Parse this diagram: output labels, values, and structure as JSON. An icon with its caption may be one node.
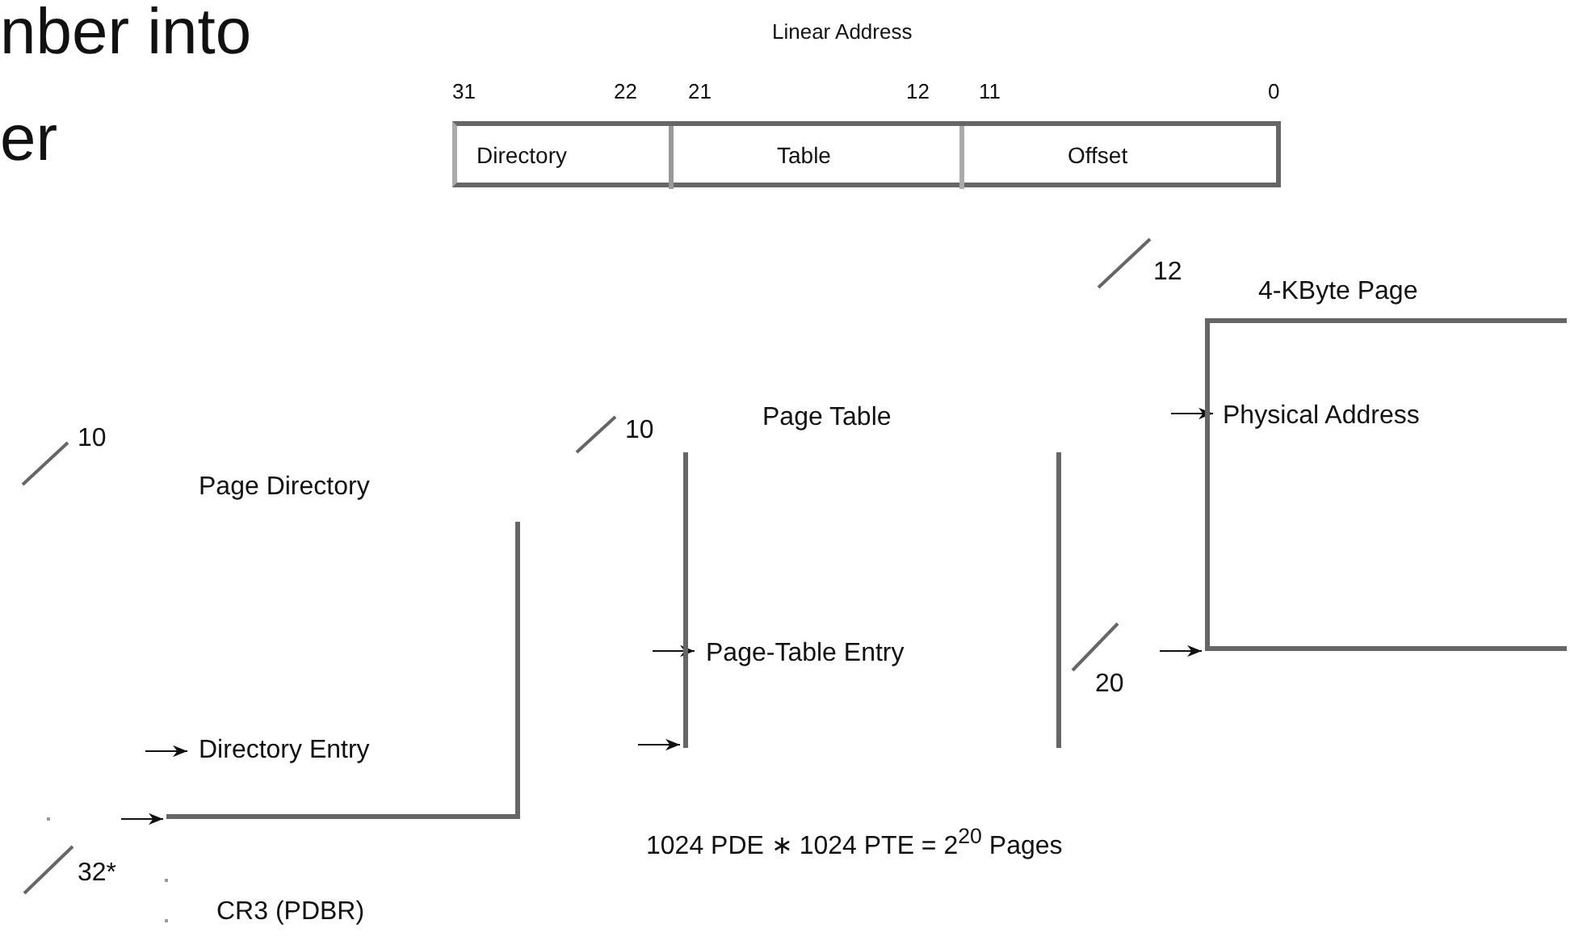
{
  "diagram": {
    "nodes": [
      {
        "text": [
          "Linear Address"
        ]
      },
      {
        "text": [
          "Directory"
        ],
        "in": 0
      },
      {
        "text": [
          "Table"
        ],
        "in": 0
      },
      {
        "text": [
          "Offset"
        ],
        "in": 0
      },
      {
        "text": [
          "Page Directory"
        ]
      },
      {
        "text": [
          "Directory Entry"
        ],
        "in": 4
      },
      {
        "text": [
          "Page Table"
        ]
      },
      {
        "text": [
          "Page-Table Entry"
        ],
        "in": 6
      },
      {
        "text": [
          "4-KByte Page"
        ]
      },
      {
        "text": [
          "Physical Address"
        ],
        "in": 8
      },
      {
        "text": [
          "CR3 (PDBR)"
        ]
      }
    ],
    "edges": [
      {
        "from": null,
        "to": 5,
        "arrow": "to"
      },
      {
        "from": null,
        "to": 4,
        "arrow": "to"
      },
      {
        "from": null,
        "to": 7,
        "arrow": "to"
      },
      {
        "from": null,
        "to": 6,
        "arrow": "to"
      },
      {
        "from": null,
        "to": 9,
        "arrow": "to"
      },
      {
        "from": null,
        "to": 8,
        "arrow": "to"
      }
    ],
    "labels": [
      "nber into",
      "er",
      "31",
      "22",
      "21",
      "12",
      "11",
      "0",
      "10",
      "10",
      "12",
      "20",
      "32*",
      "1024 PDE ∗ 1024 PTE = 2$^{20}$ Pages"
    ]
  }
}
